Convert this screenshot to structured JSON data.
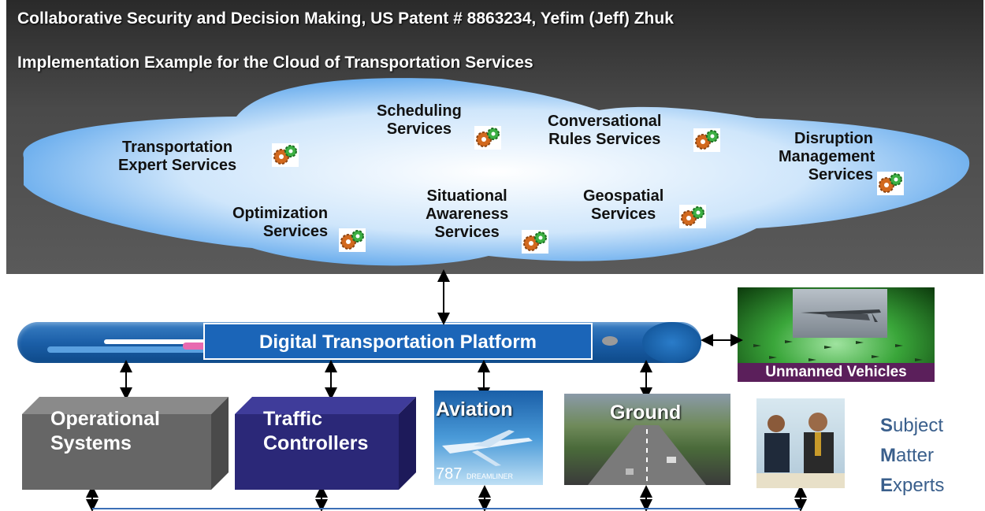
{
  "header": {
    "title": "Collaborative Security and Decision Making, US Patent # 8863234, Yefim (Jeff) Zhuk",
    "subtitle": "Implementation Example for the Cloud of Transportation Services"
  },
  "cloud_services": [
    {
      "line1": "Transportation",
      "line2": "Expert Services"
    },
    {
      "line1": "Scheduling",
      "line2": "Services"
    },
    {
      "line1": "Conversational",
      "line2": "Rules Services"
    },
    {
      "line1": "Disruption",
      "line2": "Management",
      "line3": "Services"
    },
    {
      "line1": "Optimization",
      "line2": "Services"
    },
    {
      "line1": "Situational",
      "line2": "Awareness",
      "line3": "Services"
    },
    {
      "line1": "Geospatial",
      "line2": "Services"
    }
  ],
  "platform": {
    "label": "Digital Transportation Platform"
  },
  "unmanned": {
    "label": "Unmanned Vehicles"
  },
  "systems": {
    "operational": {
      "line1": "Operational",
      "line2": "Systems"
    },
    "traffic": {
      "line1": "Traffic",
      "line2": "Controllers"
    },
    "aviation": {
      "label": "Aviation",
      "plane_text": "787",
      "plane_sub": "DREAMLINER"
    },
    "ground": {
      "label": "Ground"
    }
  },
  "sme": {
    "s_initial": "S",
    "s_rest": "ubject",
    "m_initial": "M",
    "m_rest": "atter",
    "e_initial": "E",
    "e_rest": "xperts"
  },
  "colors": {
    "bus": "#1b5fa8",
    "operational": "#666666",
    "traffic": "#2b2878",
    "sme_text": "#3a5f8c"
  },
  "icons": {
    "service": "gears-icon"
  }
}
